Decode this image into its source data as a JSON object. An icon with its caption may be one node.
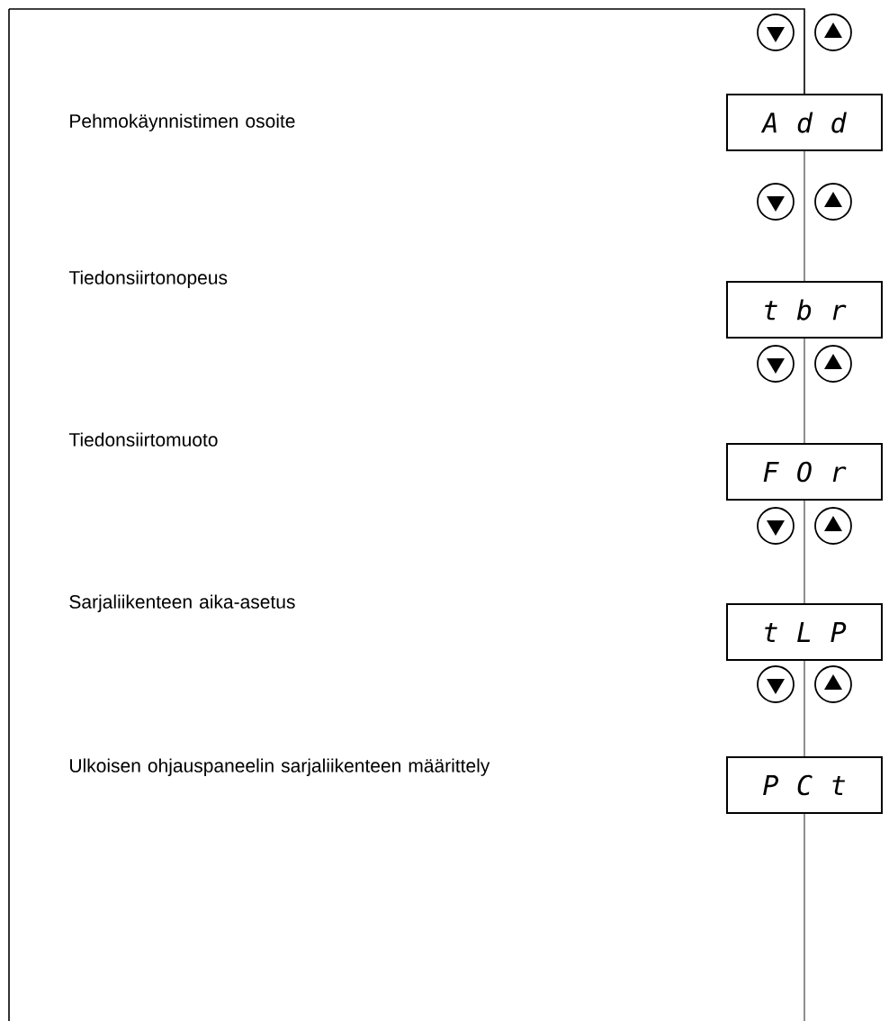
{
  "diagram": {
    "nodes": [
      {
        "text": [
          "A d d"
        ]
      },
      {
        "text": [
          "t b r"
        ]
      },
      {
        "text": [
          "F O r"
        ]
      },
      {
        "text": [
          "t L P"
        ]
      },
      {
        "text": [
          "P C t"
        ]
      }
    ],
    "edges": [
      {
        "from": null,
        "to": 0,
        "arrow": "none",
        "color": "#000000"
      },
      {
        "from": 0,
        "to": 1,
        "arrow": "none"
      },
      {
        "from": 1,
        "to": 2,
        "arrow": "none"
      },
      {
        "from": 2,
        "to": 3,
        "arrow": "none"
      },
      {
        "from": 3,
        "to": 4,
        "arrow": "none"
      },
      {
        "from": 4,
        "to": null,
        "arrow": "none"
      }
    ],
    "labels": [
      "Pehmokäynnistimen osoite",
      "Tiedonsiirtonopeus",
      "Tiedonsiirtomuoto",
      "Sarjaliikenteen aika-asetus",
      "Ulkoisen ohjauspaneelin sarjaliikenteen määrittely"
    ]
  }
}
